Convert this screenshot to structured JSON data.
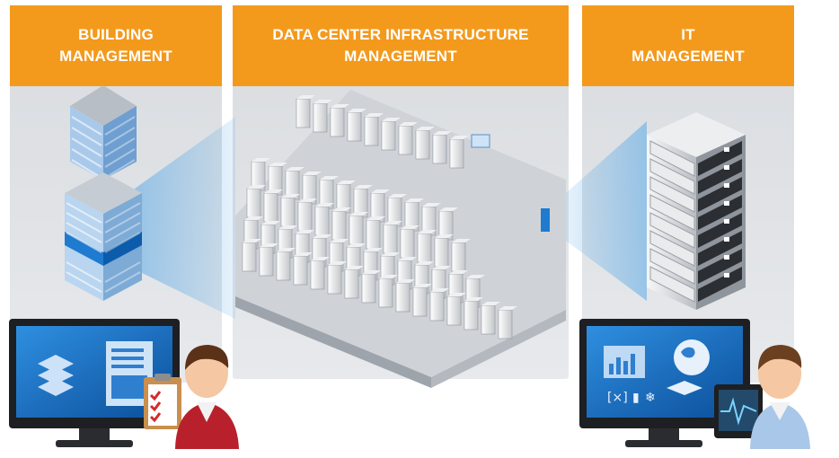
{
  "panels": [
    {
      "id": "building",
      "line1": "BUILDING",
      "line2": "MANAGEMENT"
    },
    {
      "id": "dcim",
      "line1": "DATA CENTER INFRASTRUCTURE",
      "line2": "MANAGEMENT"
    },
    {
      "id": "it",
      "line1": "IT",
      "line2": "MANAGEMENT"
    }
  ],
  "colors": {
    "header": "#f39a1d",
    "panel": "#dfe2e5",
    "accent_blue": "#1b74c5",
    "person_red": "#b8212b",
    "person_blue": "#a9c7e8"
  },
  "icons": [
    "building-icon",
    "data-center-floor-icon",
    "server-rack-icon",
    "building-monitor-icon",
    "clipboard-icon",
    "manager-person-icon",
    "it-monitor-icon",
    "it-person-icon",
    "tablet-heartbeat-icon"
  ]
}
